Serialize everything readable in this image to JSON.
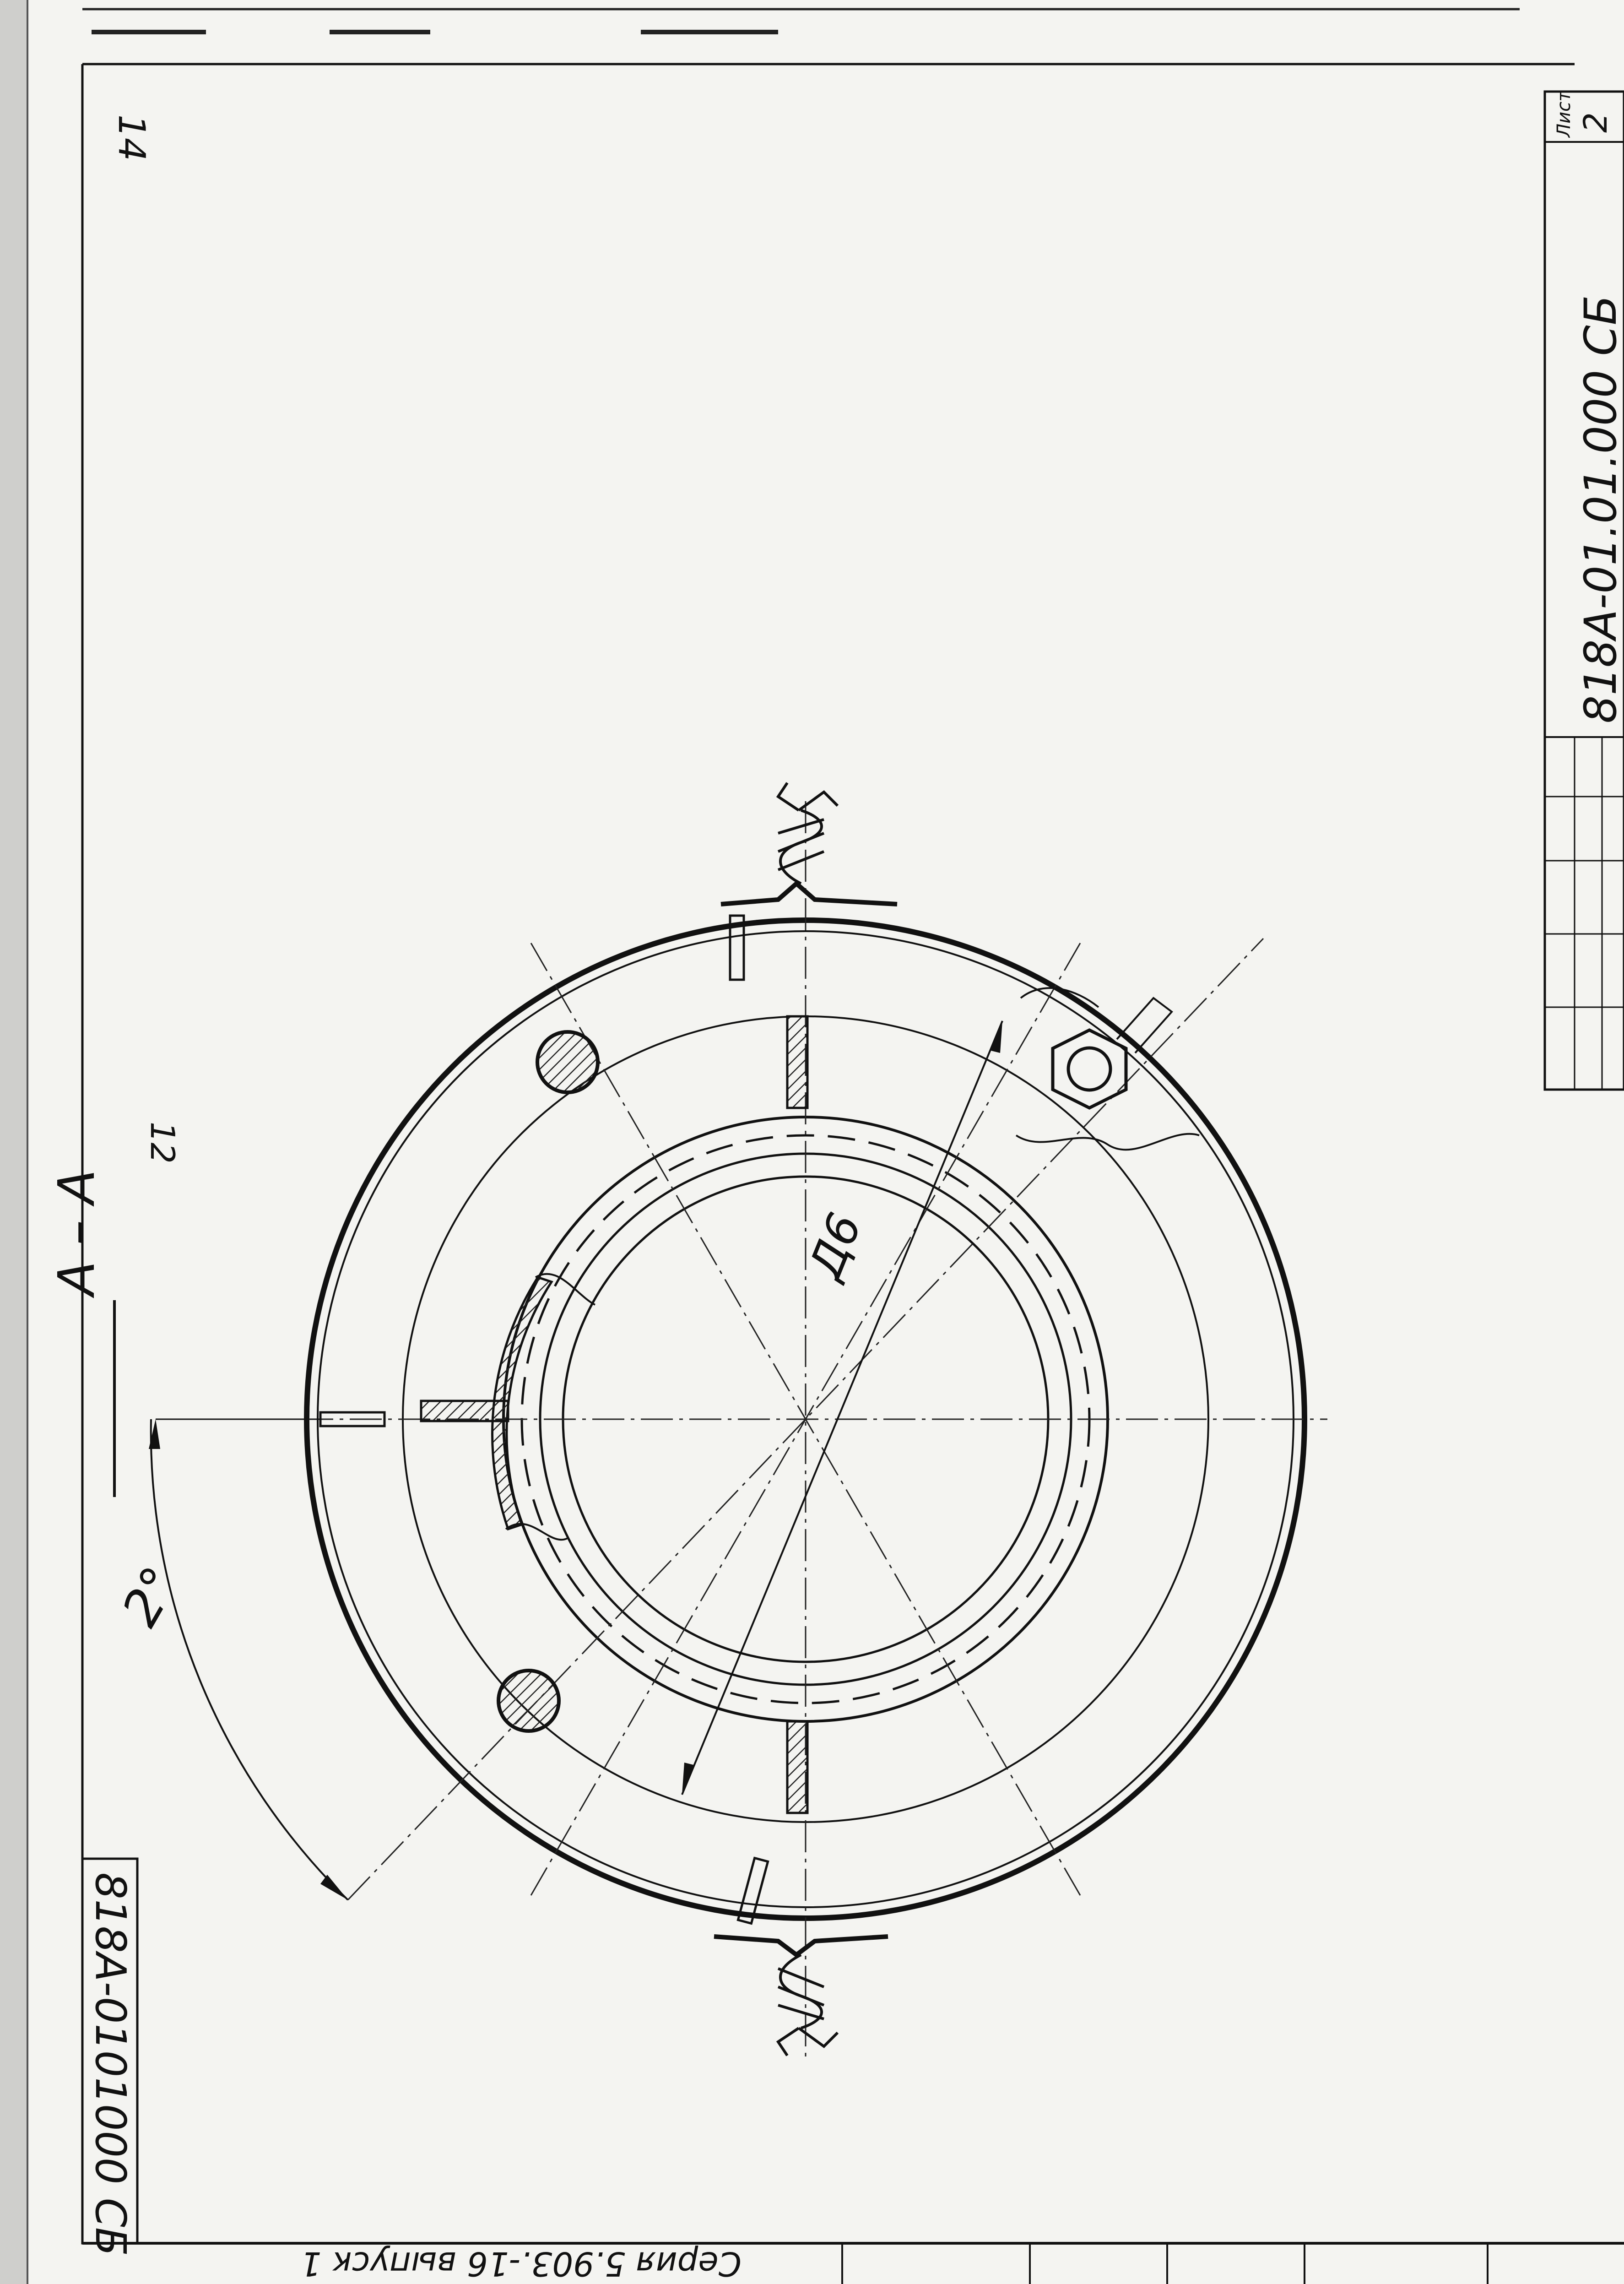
{
  "drawing": {
    "sheet_number": "14",
    "section_label": "A – A",
    "position_label": "12",
    "dimension_label": "Д6",
    "angle_label": "2°",
    "sheet_label": "Лист",
    "sheet_value": "2",
    "designation_right": "818А-01.01.000 СБ",
    "designation_left": "818А-0101000 СБ",
    "series_label": "Серия 5.903.-16 выпуск 1"
  },
  "colors": {
    "ink": "#111111",
    "paper": "#f4f4f1",
    "hatch": "#222222"
  }
}
